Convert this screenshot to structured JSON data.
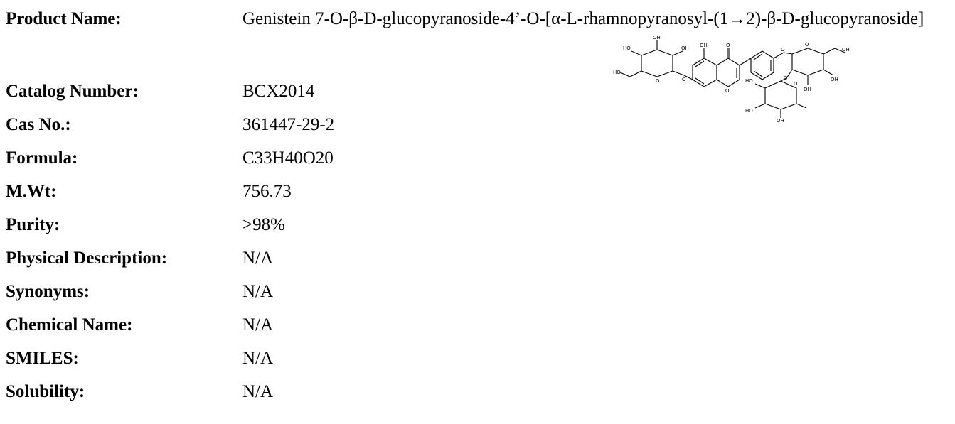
{
  "fields": {
    "product_name": {
      "label": "Product Name:",
      "value": "Genistein 7-O-β-D-glucopyranoside-4’-O-[α-L-rhamnopyranosyl-(1→2)-β-D-glucopyranoside]"
    },
    "catalog_number": {
      "label": "Catalog Number:",
      "value": "BCX2014"
    },
    "cas_no": {
      "label": "Cas No.:",
      "value": "361447-29-2"
    },
    "formula": {
      "label": "Formula:",
      "value": "C33H40O20"
    },
    "mwt": {
      "label": "M.Wt:",
      "value": "756.73"
    },
    "purity": {
      "label": "Purity:",
      "value": ">98%"
    },
    "physical_description": {
      "label": "Physical Description:",
      "value": "N/A"
    },
    "synonyms": {
      "label": "Synonyms:",
      "value": "N/A"
    },
    "chemical_name": {
      "label": "Chemical Name:",
      "value": "N/A"
    },
    "smiles": {
      "label": "SMILES:",
      "value": "N/A"
    },
    "solubility": {
      "label": "Solubility:",
      "value": "N/A"
    }
  },
  "structure": {
    "atom_labels": {
      "oh": "OH",
      "ho": "HO",
      "o": "O"
    }
  }
}
